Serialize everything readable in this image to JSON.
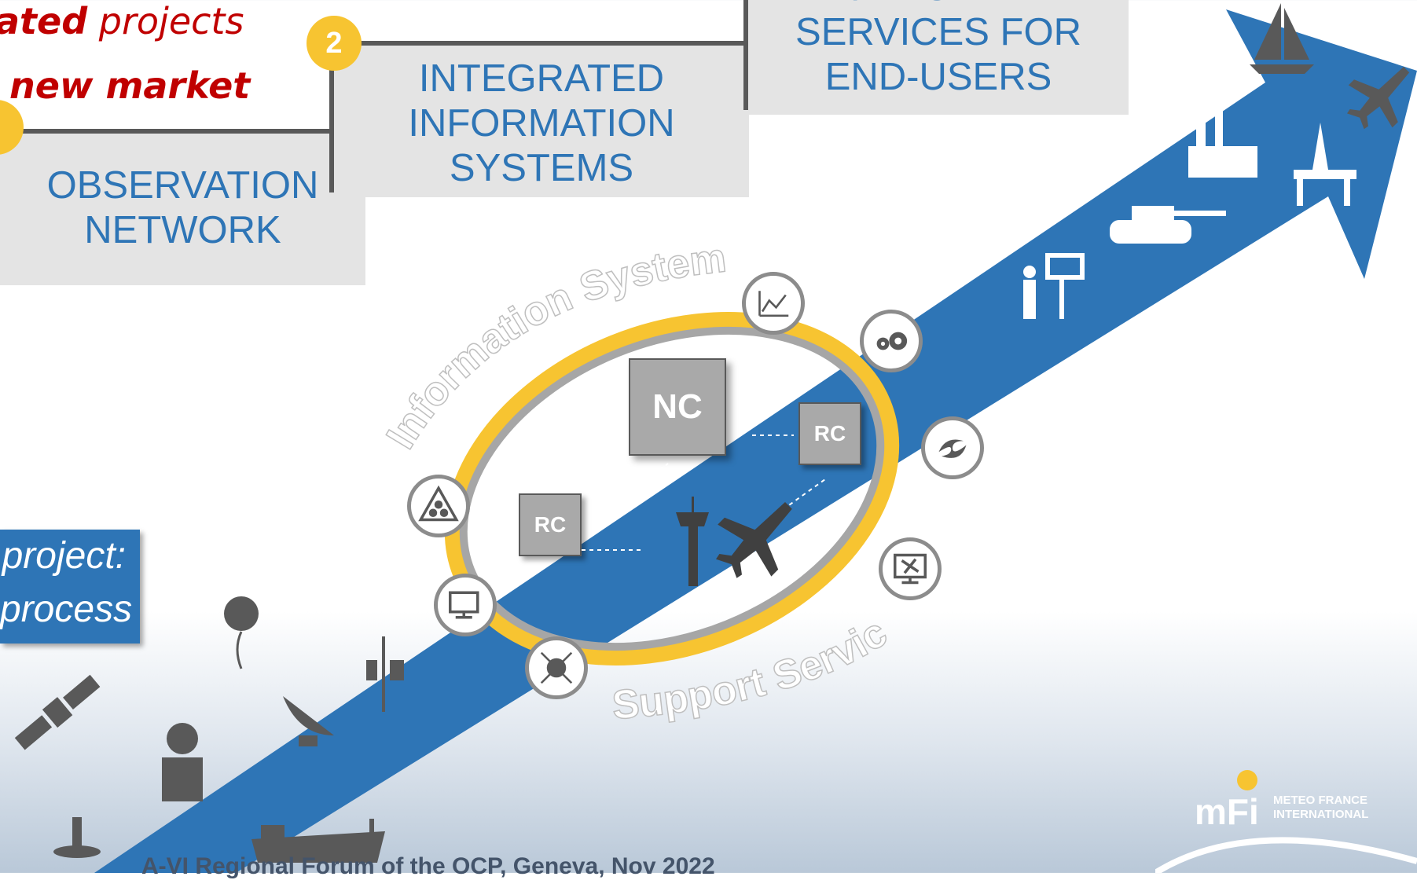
{
  "steps": [
    {
      "number": "",
      "lines": [
        "OBSERVATION",
        "NETWORK"
      ]
    },
    {
      "number": "2",
      "lines": [
        "INTEGRATED",
        "INFORMATION",
        "SYSTEMS"
      ]
    },
    {
      "number": "",
      "lines": [
        "TAILORED",
        "SERVICES FOR",
        "END-USERS"
      ]
    }
  ],
  "left_text": {
    "line1_bold": "ated",
    "line1_rest": " projects",
    "line2": "new market"
  },
  "project_box": {
    "line1": "project:",
    "line2": "process"
  },
  "ring": {
    "top_label": "Information Systems",
    "bottom_label": "Support Services",
    "nc_label": "NC",
    "rc_label_1": "RC",
    "rc_label_2": "RC"
  },
  "icons": {
    "ring_nodes": [
      "chart-icon",
      "gears-icon",
      "cyclone-icon",
      "monitor-aircraft-icon",
      "globe-network-icon",
      "monitor-icon",
      "triangle-circles-icon"
    ],
    "arrow_icons": [
      "satellite-icon",
      "radar-dome-icon",
      "dish-antenna-icon",
      "balloon-icon",
      "weather-station-icon",
      "ship-icon",
      "presentation-board-icon",
      "tank-icon",
      "factory-icon",
      "oil-platform-icon",
      "sailboat-icon",
      "airplane-icon",
      "control-tower-icon"
    ]
  },
  "footer": "A-VI Regional Forum of the OCP, Geneva, Nov 2022",
  "logo": {
    "abbr": "mFi",
    "line1": "METEO FRANCE",
    "line2": "INTERNATIONAL"
  },
  "colors": {
    "arrow_blue": "#2e75b6",
    "accent_yellow": "#f7c431",
    "box_grey": "#e4e4e4",
    "text_red": "#c00000",
    "icon_grey": "#595959"
  }
}
